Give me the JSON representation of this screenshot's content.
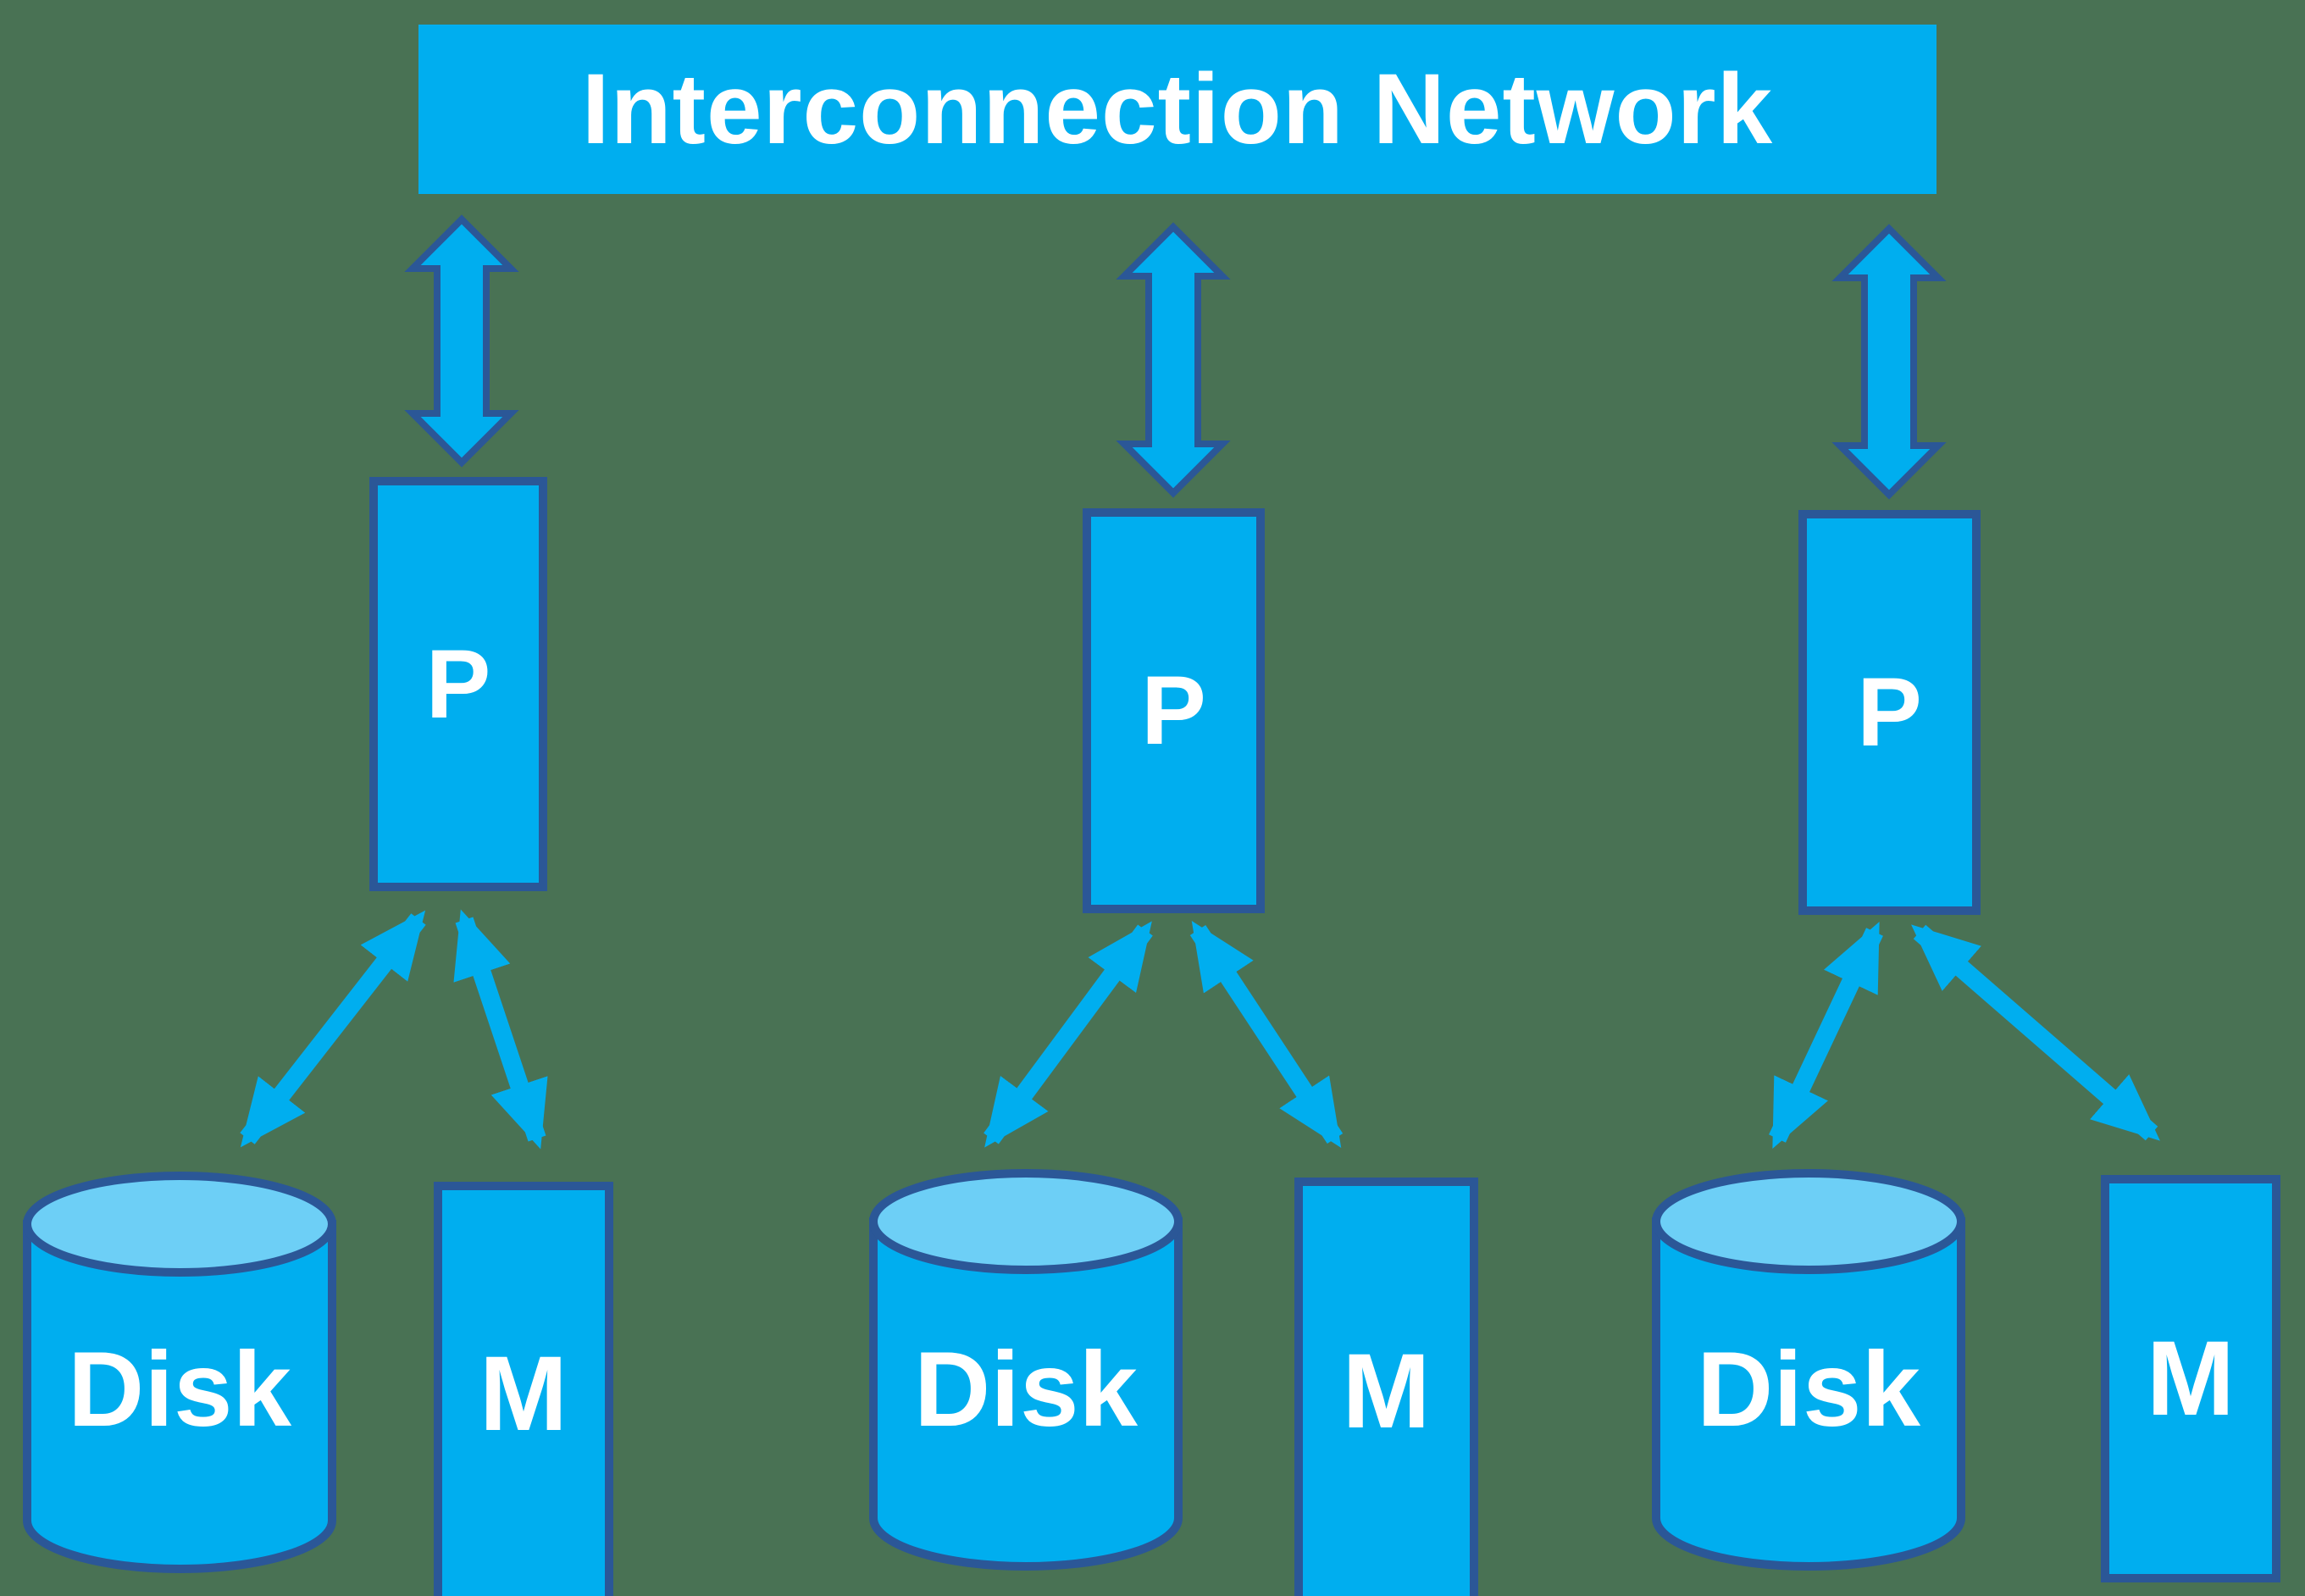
{
  "diagram": {
    "title": "Interconnection Network",
    "colors": {
      "background": "#497254",
      "accent": "#00AEEF",
      "outline": "#2B5797",
      "disk_top": "#6DCFF6",
      "text": "#FFFFFF"
    },
    "nodes": [
      {
        "processor_label": "P",
        "disk_label": "Disk",
        "memory_label": "M"
      },
      {
        "processor_label": "P",
        "disk_label": "Disk",
        "memory_label": "M"
      },
      {
        "processor_label": "P",
        "disk_label": "Disk",
        "memory_label": "M"
      }
    ]
  }
}
